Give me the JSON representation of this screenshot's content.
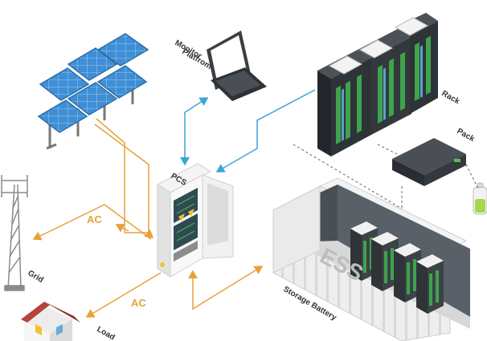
{
  "labels": {
    "monitor_platform_line1": "Monitor",
    "monitor_platform_line2": "Platfrom",
    "rack": "Rack",
    "pack": "Pack",
    "pcs": "PCS",
    "ess": "ESS",
    "storage_battery": "Storage Battery",
    "grid": "Grid",
    "load": "Load",
    "ac_grid": "AC",
    "ac_load": "AC"
  },
  "colors": {
    "ac_flow": "#e8a13a",
    "signal_flow": "#3aa6d6",
    "solar_panel": "#3f8fd6",
    "rack_body": "#2e3338",
    "container": "#eeeeee"
  }
}
